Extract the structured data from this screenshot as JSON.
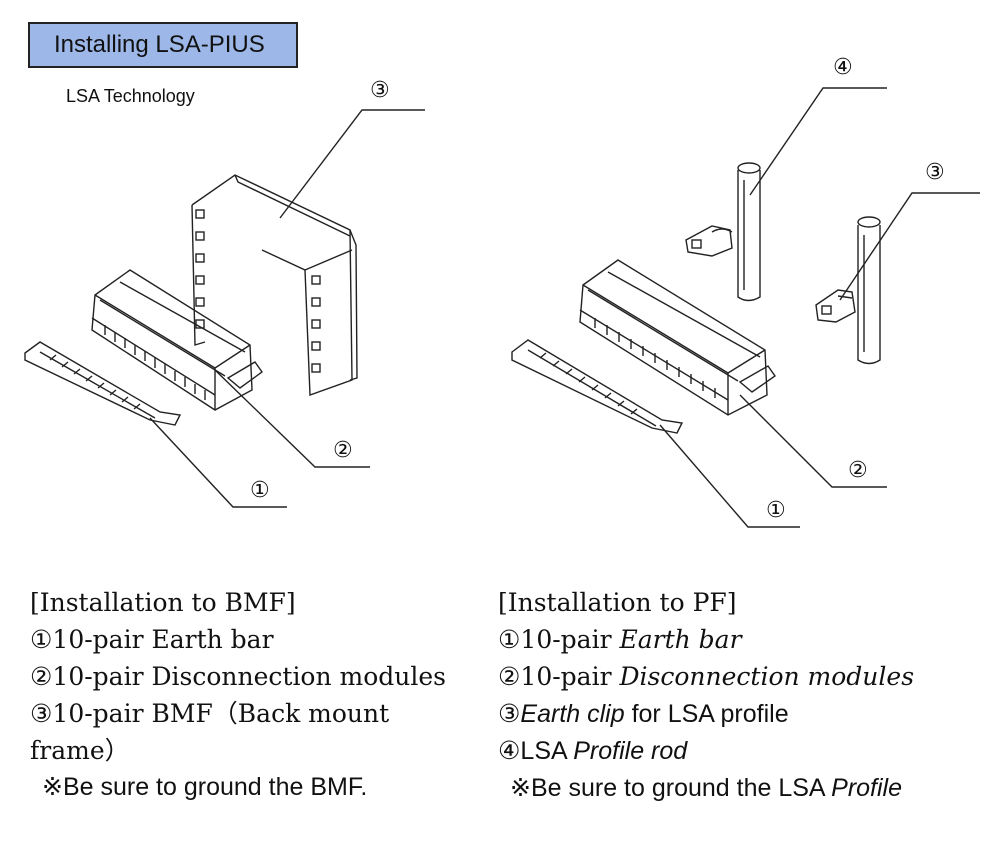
{
  "header": {
    "title": "Installing LSA-PIUS",
    "subtitle": "LSA Technology"
  },
  "callouts": {
    "left": {
      "c3": "③",
      "c2": "②",
      "c1": "①"
    },
    "right": {
      "c4": "④",
      "c3": "③",
      "c2": "②",
      "c1": "①"
    }
  },
  "legend_left": {
    "heading": "[Installation to BMF]",
    "item1": "①10-pair Earth bar",
    "item2": "②10-pair Disconnection modules",
    "item3": "③10-pair BMF（Back mount frame）",
    "note": "※Be sure to ground the BMF."
  },
  "legend_right": {
    "heading": "[Installation to PF]",
    "item1_prefix": "①10-pair ",
    "item1_em": "Earth bar",
    "item2_prefix": "②10-pair ",
    "item2_em": "Disconnection modules",
    "item3_prefix": "③",
    "item3_em": "Earth clip",
    "item3_suffix": " for LSA profile",
    "item4_prefix": "④LSA ",
    "item4_em": "Profile rod",
    "note_prefix": "※Be sure to ground the LSA ",
    "note_em": "Profile"
  }
}
